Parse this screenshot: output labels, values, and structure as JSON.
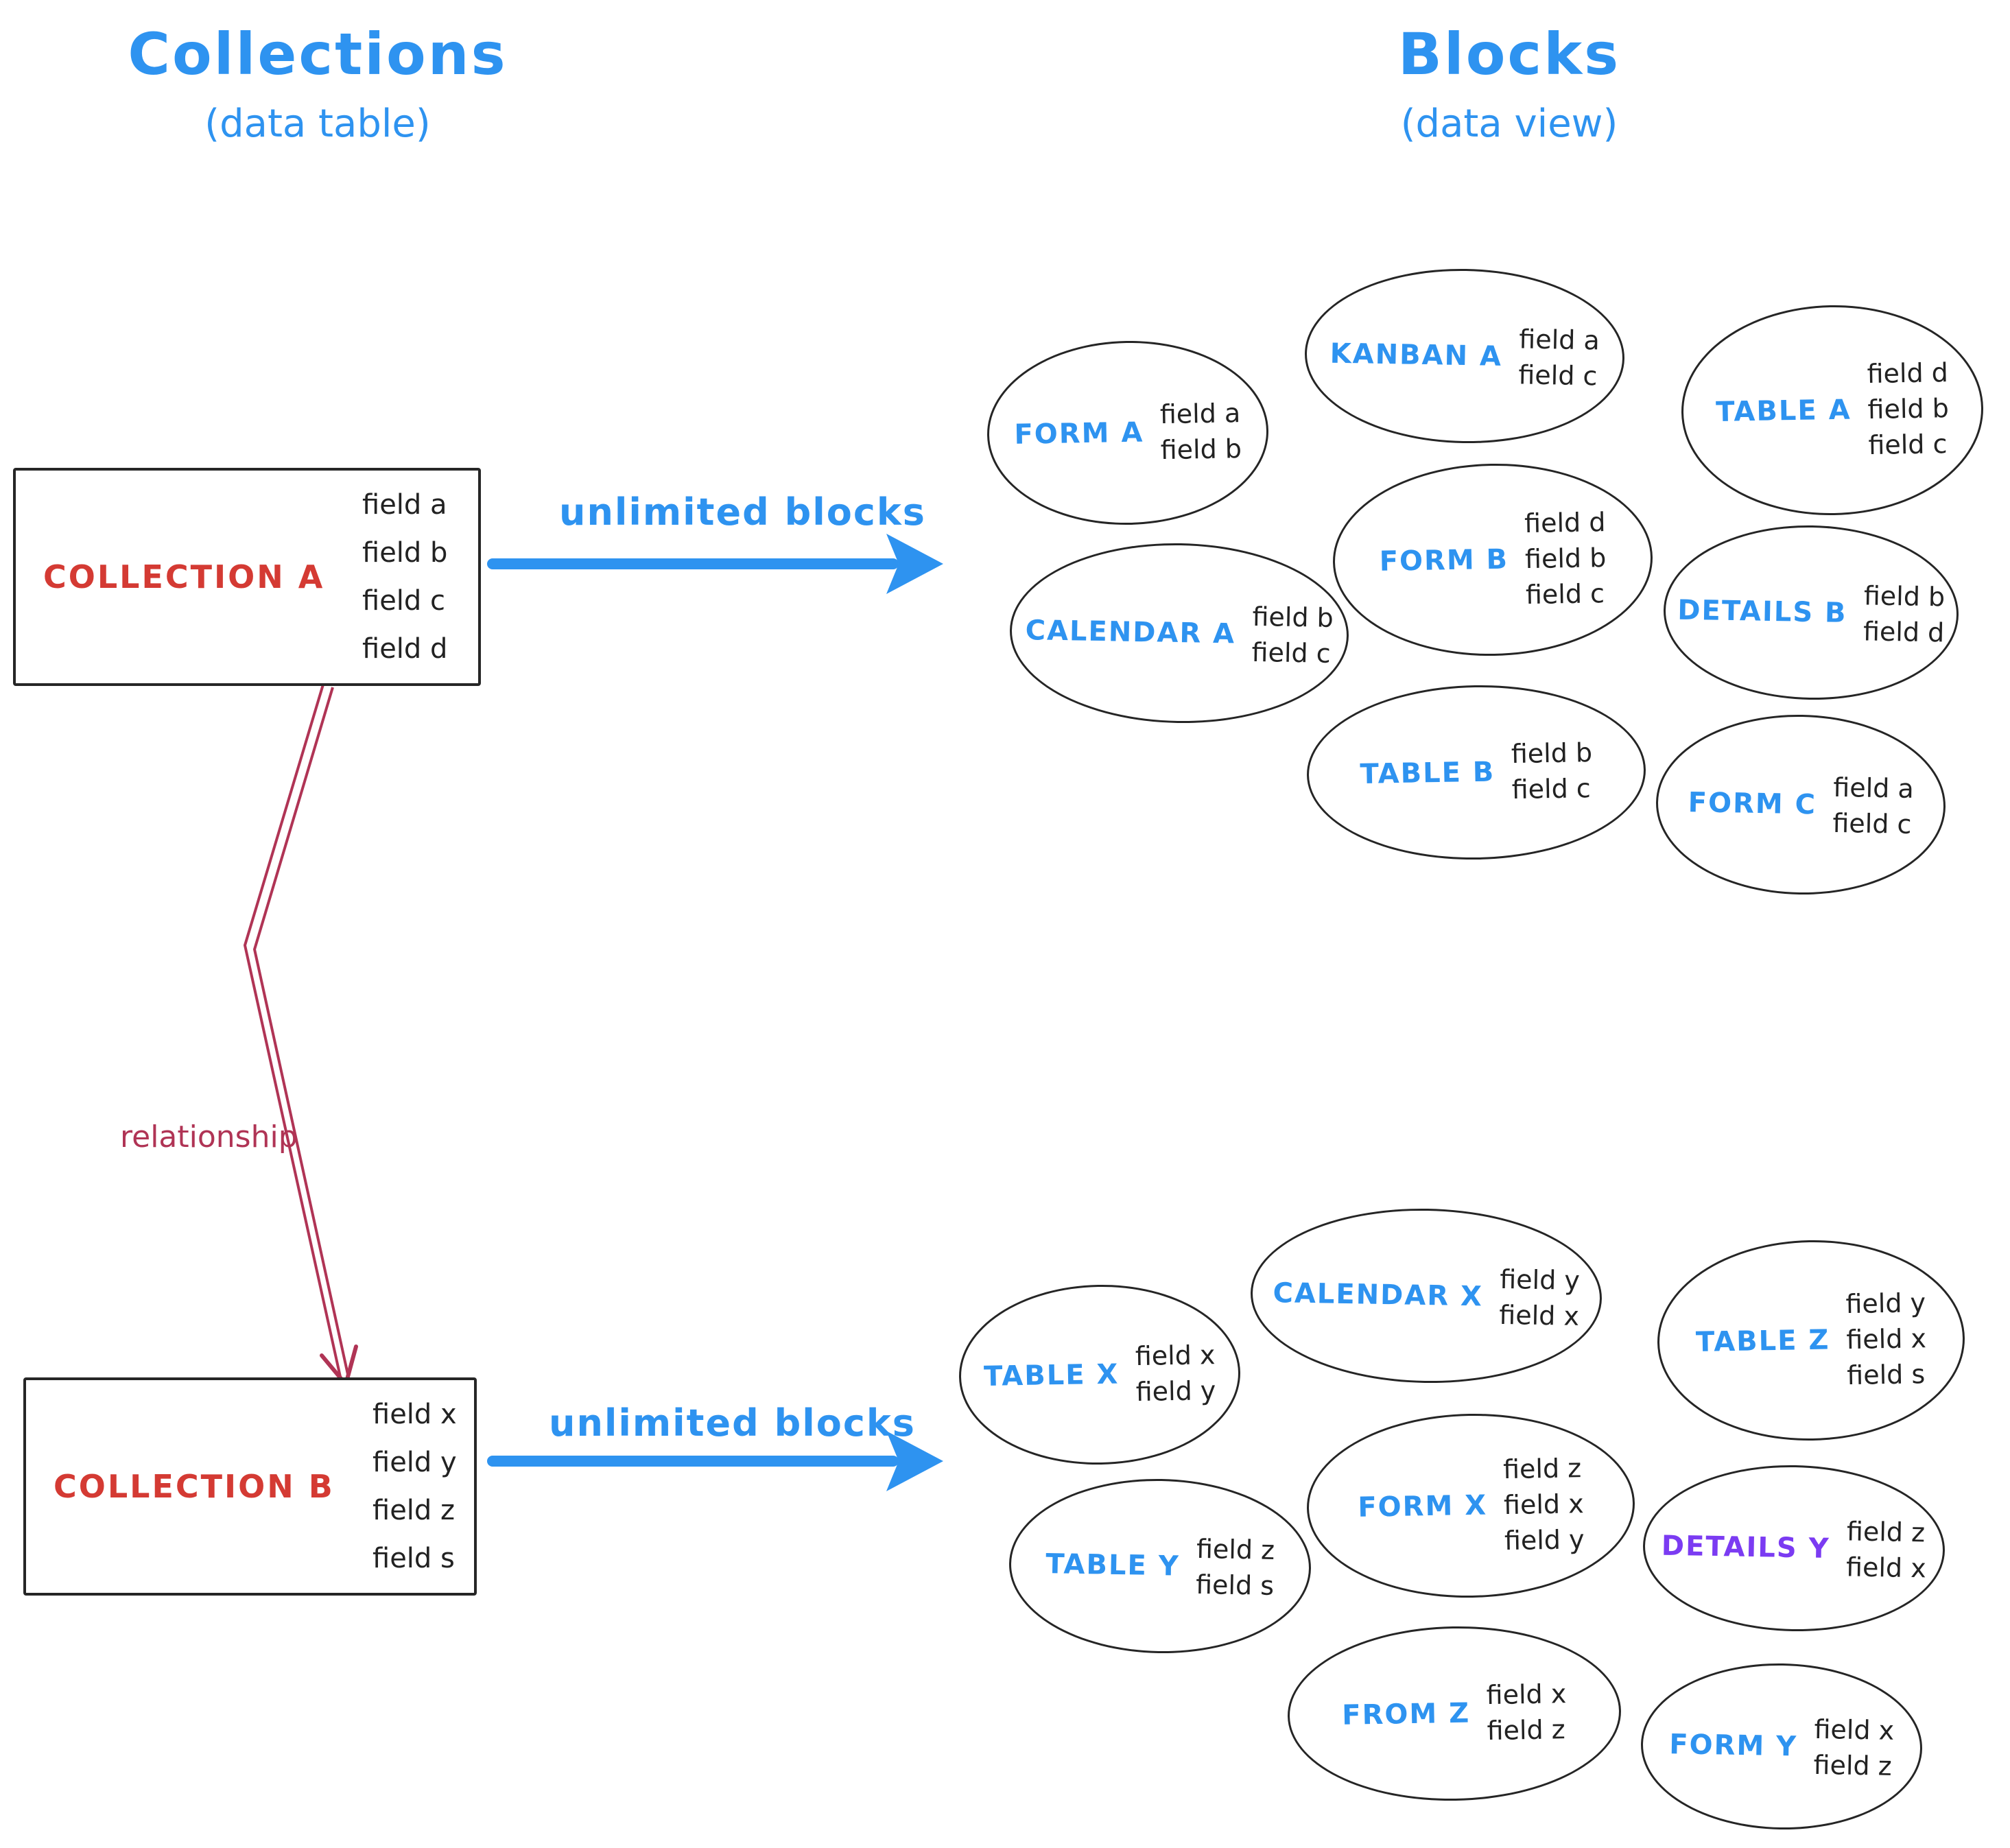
{
  "left_header": {
    "title": "Collections",
    "subtitle": "(data table)"
  },
  "right_header": {
    "title": "Blocks",
    "subtitle": "(data view)"
  },
  "collection_a": {
    "name": "COLLECTION A",
    "fields": [
      "field a",
      "field b",
      "field c",
      "field d"
    ]
  },
  "collection_b": {
    "name": "COLLECTION B",
    "fields": [
      "field x",
      "field y",
      "field z",
      "field s"
    ]
  },
  "arrow_a_label": "unlimited blocks",
  "arrow_b_label": "unlimited blocks",
  "relationship_label": "relationship",
  "blocks_a": [
    {
      "label": "FORM A",
      "fields": [
        "field a",
        "field b"
      ]
    },
    {
      "label": "KANBAN A",
      "fields": [
        "field a",
        "field c"
      ]
    },
    {
      "label": "TABLE A",
      "fields": [
        "field d",
        "field b",
        "field c"
      ]
    },
    {
      "label": "CALENDAR A",
      "fields": [
        "field b",
        "field c"
      ]
    },
    {
      "label": "FORM B",
      "fields": [
        "field d",
        "field b",
        "field c"
      ]
    },
    {
      "label": "DETAILS B",
      "fields": [
        "field b",
        "field d"
      ]
    },
    {
      "label": "TABLE B",
      "fields": [
        "field b",
        "field c"
      ]
    },
    {
      "label": "FORM C",
      "fields": [
        "field a",
        "field c"
      ]
    }
  ],
  "blocks_b": [
    {
      "label": "TABLE X",
      "fields": [
        "field x",
        "field y"
      ]
    },
    {
      "label": "CALENDAR X",
      "fields": [
        "field y",
        "field x"
      ]
    },
    {
      "label": "TABLE Z",
      "fields": [
        "field y",
        "field x",
        "field s"
      ]
    },
    {
      "label": "TABLE Y",
      "fields": [
        "field z",
        "field s"
      ]
    },
    {
      "label": "FORM X",
      "fields": [
        "field z",
        "field x",
        "field y"
      ]
    },
    {
      "label": "DETAILS Y",
      "fields": [
        "field z",
        "field x"
      ]
    },
    {
      "label": "FROM Z",
      "fields": [
        "field x",
        "field z"
      ]
    },
    {
      "label": "FORM Y",
      "fields": [
        "field x",
        "field z"
      ]
    }
  ],
  "colors": {
    "blue": "#2e93f0",
    "red": "#d43a33",
    "relationship_crimson": "#b03455",
    "details_y_purple": "#7b3bf2",
    "ink": "#222222"
  }
}
